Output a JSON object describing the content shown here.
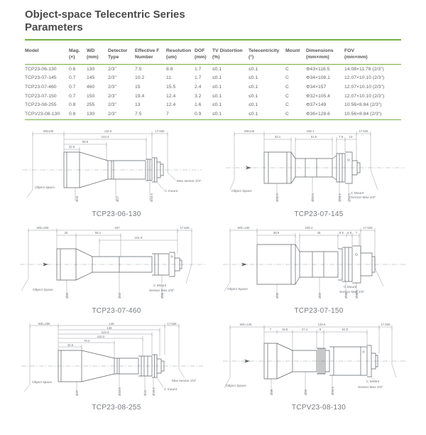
{
  "page": {
    "title_line1": "Object-space Telecentric Series",
    "title_line2": "Parameters"
  },
  "colors": {
    "accent_green": "#74b043",
    "title_gray": "#4a4a4a"
  },
  "table": {
    "headers": [
      {
        "l1": "Model",
        "l2": ""
      },
      {
        "l1": "Mag.",
        "l2": "(×)"
      },
      {
        "l1": "WD",
        "l2": "(mm)"
      },
      {
        "l1": "Detector",
        "l2": "Type"
      },
      {
        "l1": "Effective F",
        "l2": "Number"
      },
      {
        "l1": "Resolution",
        "l2": "(um)"
      },
      {
        "l1": "DOF",
        "l2": "(mm)"
      },
      {
        "l1": "TV Distortion",
        "l2": "(%)"
      },
      {
        "l1": "Telecentricity",
        "l2": "(°)"
      },
      {
        "l1": "Mount",
        "l2": ""
      },
      {
        "l1": "Dimensions",
        "l2": "(mm×mm)"
      },
      {
        "l1": "FOV",
        "l2": "(mm×mm)"
      }
    ],
    "rows": [
      [
        "TCP23-06-130",
        "0.6",
        "130",
        "2/3\"",
        "7.5",
        "8.8",
        "1.7",
        "≤0.1",
        "≤0.1",
        "C",
        "Φ43×116.5",
        "14.08×11.78 (2/3\")"
      ],
      [
        "TCP23-07-145",
        "0.7",
        "145",
        "2/3\"",
        "10.2",
        "11",
        "1.7",
        "≤0.1",
        "≤0.1",
        "C",
        "Φ34×108.1",
        "12.07×10.10 (2/3\")"
      ],
      [
        "TCP23-07-460",
        "0.7",
        "460",
        "2/3\"",
        "15",
        "15.5",
        "2.4",
        "≤0.1",
        "≤0.1",
        "C",
        "Φ34×157",
        "12.07×10.10 (2/3\")"
      ],
      [
        "TCP23-07-150",
        "0.7",
        "150",
        "2/3\"",
        "19.4",
        "12.4",
        "3.2",
        "≤0.1",
        "≤0.1",
        "C",
        "Φ32×105.4",
        "12.07×10.10 (2/3\")"
      ],
      [
        "TCP23-08-255",
        "0.8",
        "255",
        "2/3\"",
        "13",
        "12.4",
        "1.6",
        "≤0.1",
        "≤0.1",
        "C",
        "Φ37×149",
        "10.56×8.84 (2/3\")"
      ],
      [
        "TCPV23-08-130",
        "0.8",
        "130",
        "2/3\"",
        "7.5",
        "7",
        "0.9",
        "≤0.1",
        "≤0.1",
        "C",
        "Φ36×128.6",
        "10.56×8.84 (2/3\")"
      ]
    ]
  },
  "drawings": [
    {
      "caption": "TCP23-06-130",
      "wd": "WD130",
      "len": "116.5",
      "flange": "17.526",
      "dims": [
        "103.3",
        "58.8",
        "22.9"
      ],
      "dia": [
        "Ø43",
        "Ø27",
        "Ø33.5"
      ],
      "obj": "Object space",
      "sensor": "Max sensor 2/3\"",
      "mount": "C mount"
    },
    {
      "caption": "TCP23-07-145",
      "wd": "WD145",
      "len": "108.1",
      "flange": "17.526",
      "dims": [
        "33.1",
        "51.5",
        "7.9",
        "13"
      ],
      "dia": [
        "Ø32.5",
        "Ø22.5",
        "Ø28.5",
        "Ø34.5"
      ],
      "obj": "Object Space",
      "mount": "C Mount",
      "sensor": "Sensor Max 2/3\""
    },
    {
      "caption": "TCP23-07-460",
      "wd": "WD=460",
      "len": "157",
      "flange": "17.526",
      "dims": [
        "25",
        "58.1",
        "101.9"
      ],
      "dia": [
        "Ø34",
        "Ø22",
        "Ø30"
      ],
      "obj": "Object Space",
      "mount": "C Mount",
      "sensor": "Sensor Max 2/3\""
    },
    {
      "caption": "TCP23-07-150",
      "wd": "WD=150",
      "len": "105.4",
      "flange": "17.526",
      "dims": [
        "38.9",
        "45",
        "8.5",
        "5.8",
        "7"
      ],
      "dia": [
        "Ø32",
        "Ø22",
        "Ø28",
        "Ø30.5"
      ],
      "obj": "Object Space",
      "mount": "C Mount",
      "sensor": "Sensor Max 2/3\""
    },
    {
      "caption": "TCP23-08-255",
      "wd": "WD=255",
      "len": "149",
      "flange": "17.526",
      "dims": [
        "138",
        "123.4",
        "110.2",
        "79.4",
        "32.6"
      ],
      "dia": [
        "Ø37",
        "Ø24.5",
        "Ø31",
        "Ø33.5"
      ],
      "obj": "Object space",
      "sensor": "Max sensor 2/3\"",
      "mount": "C mount"
    },
    {
      "caption": "TCPV23-08-130",
      "wd": "WD=130",
      "len": "128.6",
      "flange": "17.526",
      "dims": [
        "7",
        "15.8",
        "27.4",
        "8",
        "51.5"
      ],
      "dia": [
        "Ø36",
        "Ø25",
        "Ø34.5"
      ],
      "obj": "Object Space",
      "mount": "C Mount",
      "sensor": "Sensor Max 2/3\""
    }
  ]
}
